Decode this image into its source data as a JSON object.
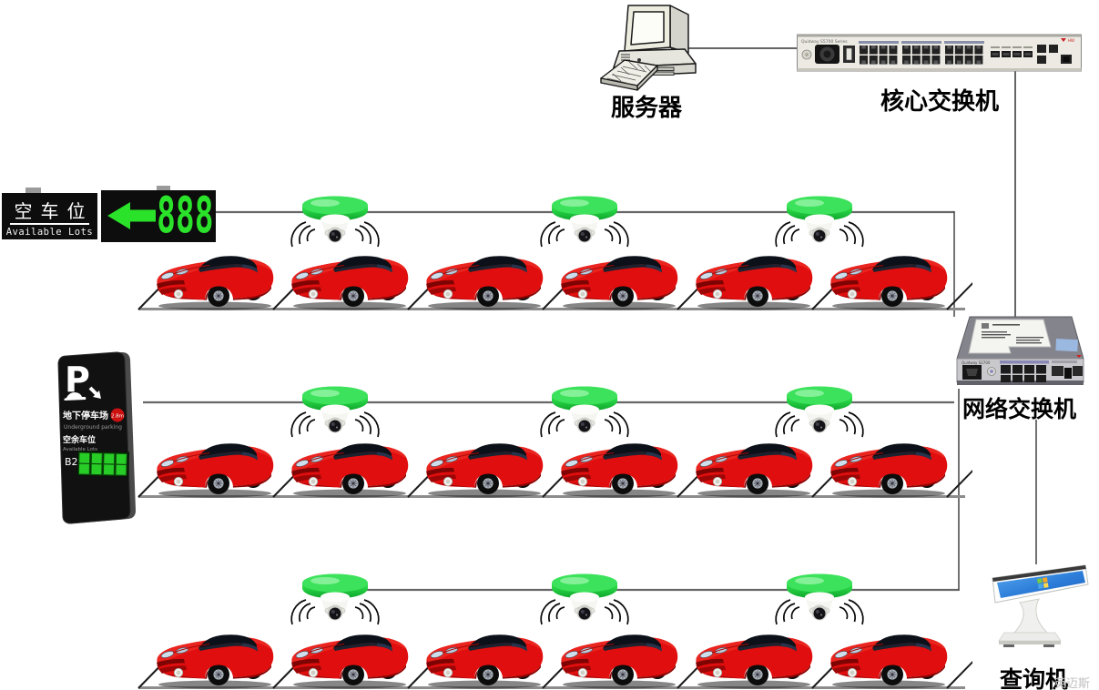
{
  "server": {
    "label": "服务器"
  },
  "core_switch": {
    "label": "核心交换机"
  },
  "network_switch": {
    "label": "网络交换机"
  },
  "kiosk": {
    "label": "查询机",
    "watermark": "英迈斯"
  },
  "available_board": {
    "title_cn": "空车位",
    "title_en": "Available Lots",
    "count": "888",
    "arrow_direction": "left"
  },
  "parking_sign": {
    "symbol": "P",
    "line1_cn": "地下停车场",
    "line1_en": "Underground parking",
    "badge": "2.8m",
    "line2_cn": "空余车位",
    "line2_en": "Available Lots",
    "level": "B2"
  },
  "rows": [
    {
      "name": "parking-row-1",
      "cameras": 3,
      "cars": 6
    },
    {
      "name": "parking-row-2",
      "cameras": 3,
      "cars": 6
    },
    {
      "name": "parking-row-3",
      "cameras": 3,
      "cars": 6
    }
  ],
  "colors": {
    "camera_green": "#2fd14b",
    "car_red": "#d60d0d",
    "display_green": "#2ae22a",
    "line": "#555555"
  }
}
